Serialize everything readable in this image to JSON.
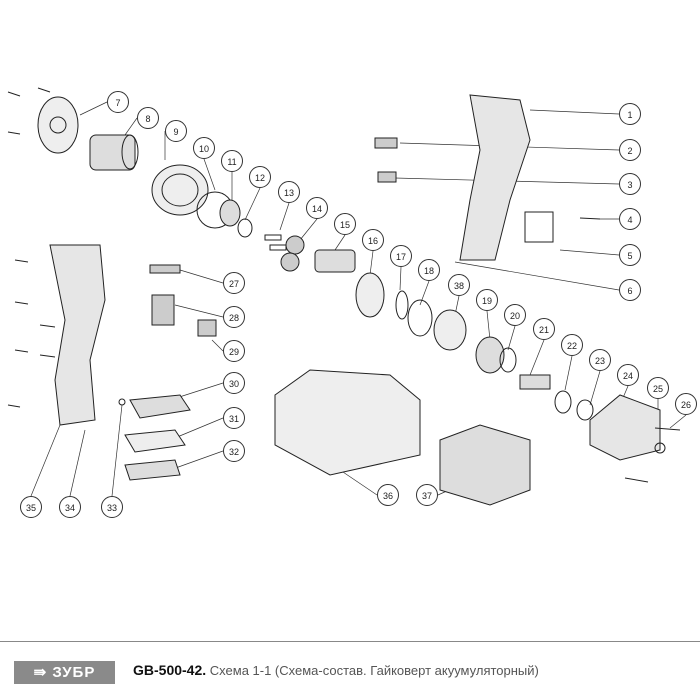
{
  "title": {
    "model": "GB-500-42.",
    "description": "Схема 1-1 (Схема-состав. Гайковерт акуумуляторный)"
  },
  "logo": {
    "text": "⇛ ЗУБР"
  },
  "callouts": [
    "1",
    "2",
    "3",
    "4",
    "5",
    "6",
    "7",
    "8",
    "9",
    "10",
    "11",
    "12",
    "13",
    "14",
    "15",
    "16",
    "17",
    "18",
    "19",
    "20",
    "21",
    "22",
    "23",
    "24",
    "25",
    "26",
    "27",
    "28",
    "29",
    "30",
    "31",
    "32",
    "33",
    "34",
    "35",
    "36",
    "37",
    "38"
  ]
}
